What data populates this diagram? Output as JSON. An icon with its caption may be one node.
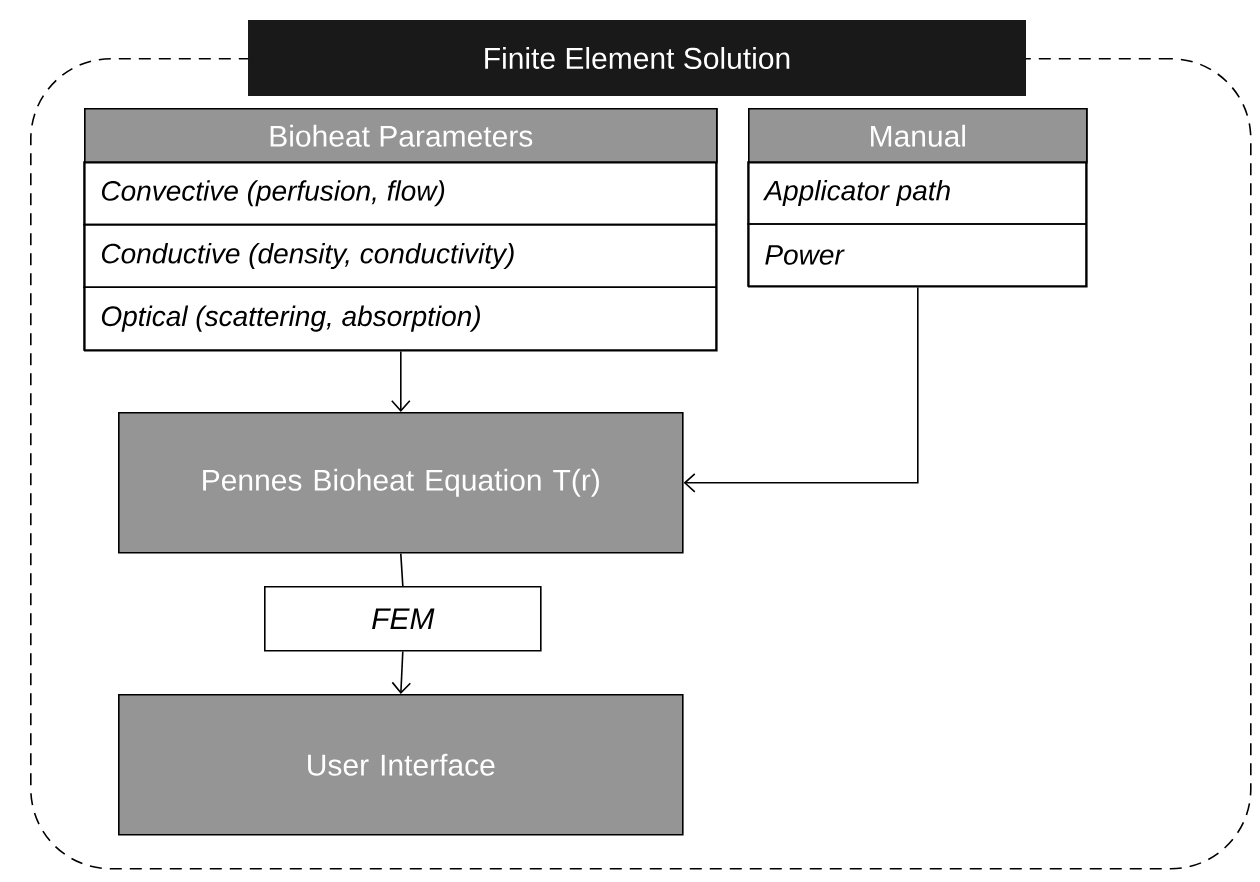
{
  "diagram": {
    "nodes": [
      {
        "text": [
          "Finite Element Solution"
        ]
      },
      {
        "text": [
          "Bioheat Parameters",
          "Convective (perfusion, flow)",
          "Conductive (density, conductivity)",
          "Optical (scattering, absorption)"
        ],
        "in": 0
      },
      {
        "text": [
          "Manual",
          "Applicator path",
          "Power"
        ],
        "in": 0
      },
      {
        "text": [
          "Pennes Bioheat Equation T(r)"
        ],
        "in": 0
      },
      {
        "text": [
          "FEM"
        ],
        "in": 0
      },
      {
        "text": [
          "User Interface"
        ],
        "in": 0
      }
    ],
    "edges": [
      {
        "from": 1,
        "to": 3,
        "arrow": "to"
      },
      {
        "from": 2,
        "to": 3,
        "arrow": "to"
      },
      {
        "from": 3,
        "to": 4,
        "arrow": "none"
      },
      {
        "from": 4,
        "to": 5,
        "arrow": "to"
      }
    ]
  }
}
